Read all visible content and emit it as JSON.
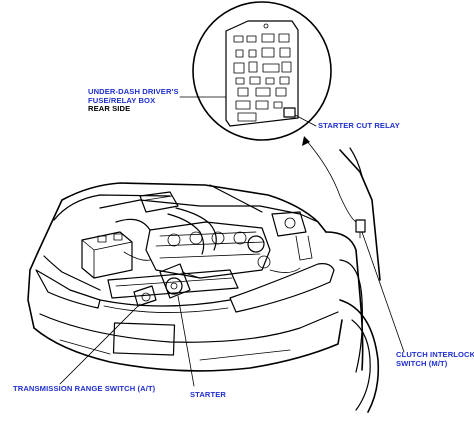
{
  "labels": {
    "fuse_box": {
      "line1": "UNDER-DASH DRIVER'S",
      "line2": "FUSE/RELAY BOX",
      "line3": "REAR SIDE"
    },
    "starter_cut_relay": "STARTER CUT RELAY",
    "clutch_interlock": {
      "line1": "CLUTCH INTERLOCK",
      "line2": "SWITCH (M/T)"
    },
    "transmission_range": "TRANSMISSION RANGE SWITCH (A/T)",
    "starter": "STARTER"
  },
  "colors": {
    "label_blue": "#1f2fd0",
    "line": "#000000",
    "background": "#ffffff"
  }
}
